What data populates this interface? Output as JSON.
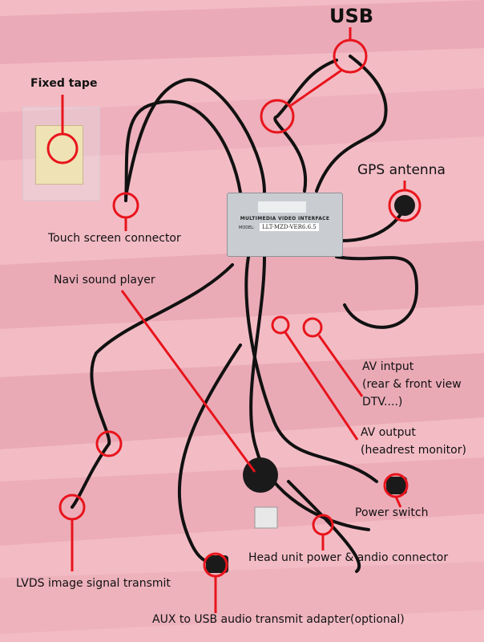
{
  "labels": {
    "usb": "USB",
    "fixed_tape": "Fixed tape",
    "gps_antenna": "GPS antenna",
    "touch_screen": "Touch screen connector",
    "navi_sound": "Navi sound player",
    "av_input_1": "AV intput",
    "av_input_2": "(rear & front view",
    "av_input_3": "DTV....)",
    "av_output_1": "AV output",
    "av_output_2": "(headrest monitor)",
    "power_switch": "Power switch",
    "head_unit": "Head unit power & andio connector",
    "lvds": "LVDS image signal transmit",
    "aux": "AUX to USB audio transmit adapter(optional)"
  },
  "device": {
    "title": "MULTIMEDIA VIDEO INTERFACE",
    "model_label": "MODEL:",
    "model": "LLT-MZD-VER6.6.5"
  },
  "colors": {
    "marker": "#e8141c",
    "cable": "#111111"
  }
}
